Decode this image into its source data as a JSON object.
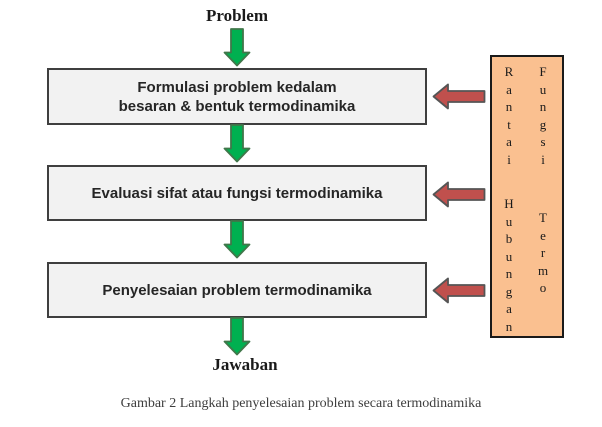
{
  "title_label": "Problem",
  "result_label": "Jawaban",
  "boxes": [
    {
      "line1": "Formulasi problem kedalam",
      "line2": "besaran & bentuk termodinamika"
    },
    {
      "line1": "Evaluasi sifat atau fungsi termodinamika"
    },
    {
      "line1": "Penyelesaian problem termodinamika"
    }
  ],
  "side_panel": {
    "column1": [
      "Rantai",
      "Hubungan"
    ],
    "column2": [
      "Fungsi",
      "Termo"
    ]
  },
  "caption": "Gambar 2 Langkah penyelesaian problem secara termodinamika",
  "colors": {
    "green_arrow": "#00B050",
    "green_arrow_border": "#40774A",
    "red_arrow": "#C0504D",
    "red_arrow_border": "#555555",
    "box_fill": "#F2F2F2",
    "box_border": "#3F3F3F",
    "panel_fill": "#FAC090",
    "panel_border": "#1A1A1A"
  }
}
